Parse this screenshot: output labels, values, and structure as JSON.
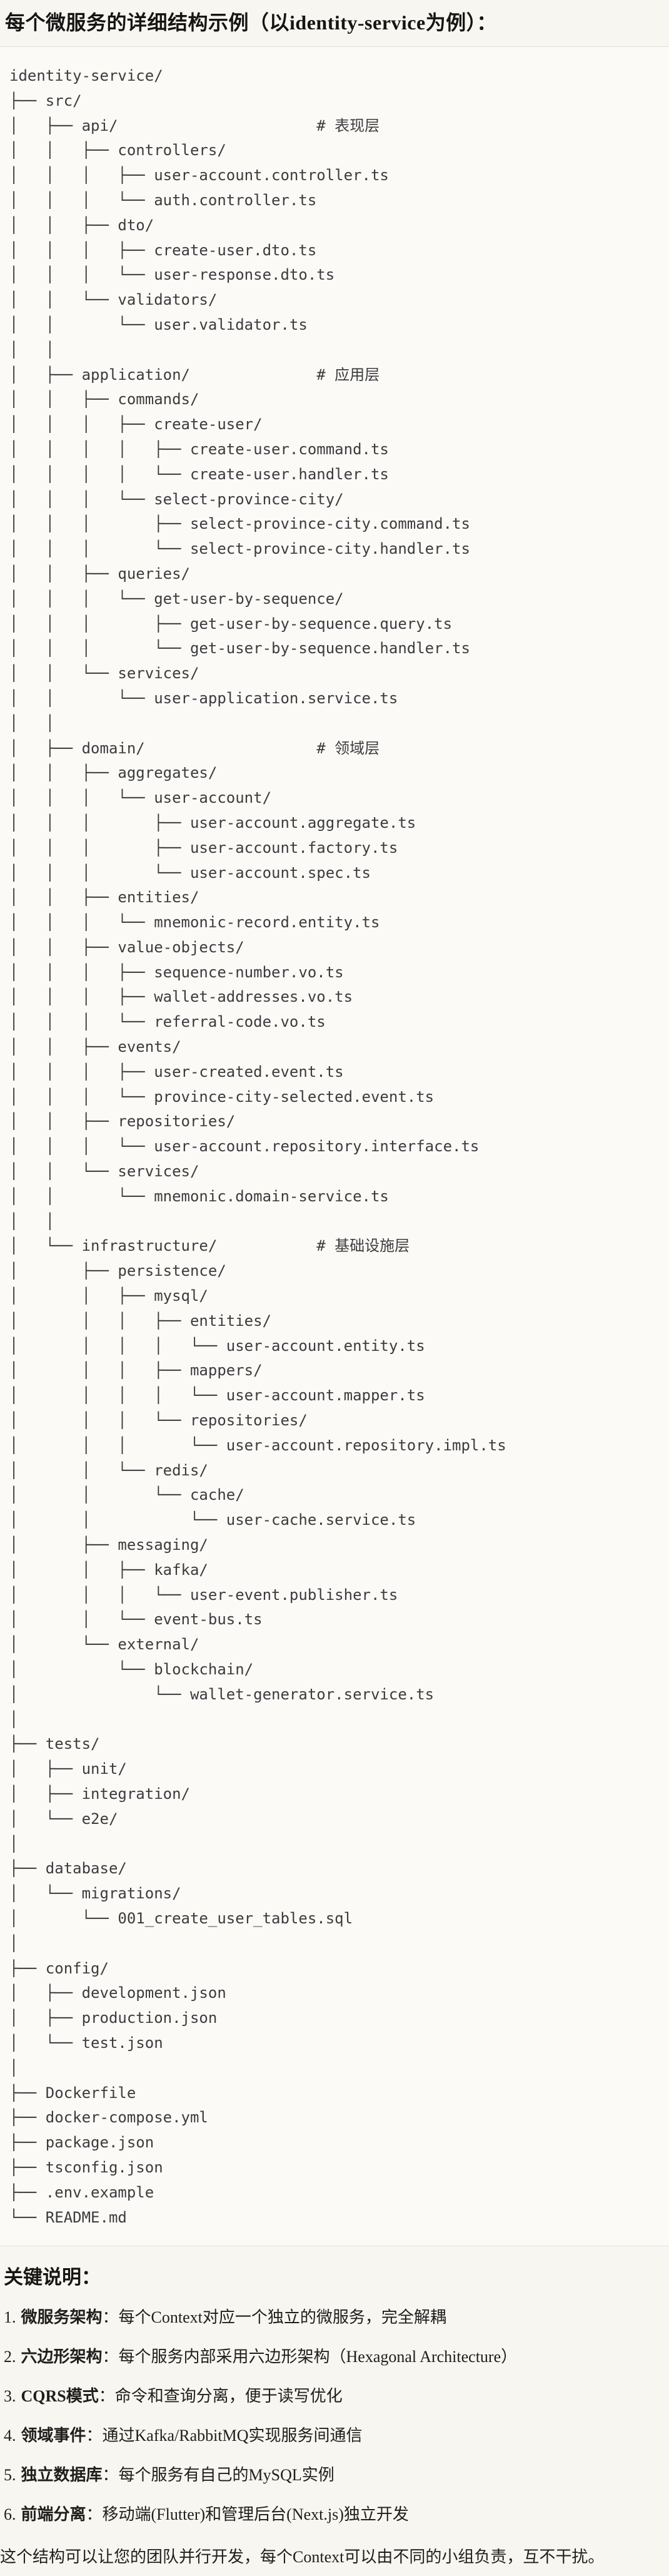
{
  "page": {
    "title": "每个微服务的详细结构示例（以identity-service为例）："
  },
  "code_block": {
    "lines": [
      "identity-service/",
      "├── src/",
      "│   ├── api/                      # 表现层",
      "│   │   ├── controllers/",
      "│   │   │   ├── user-account.controller.ts",
      "│   │   │   └── auth.controller.ts",
      "│   │   ├── dto/",
      "│   │   │   ├── create-user.dto.ts",
      "│   │   │   └── user-response.dto.ts",
      "│   │   └── validators/",
      "│   │       └── user.validator.ts",
      "│   │",
      "│   ├── application/              # 应用层",
      "│   │   ├── commands/",
      "│   │   │   ├── create-user/",
      "│   │   │   │   ├── create-user.command.ts",
      "│   │   │   │   └── create-user.handler.ts",
      "│   │   │   └── select-province-city/",
      "│   │   │       ├── select-province-city.command.ts",
      "│   │   │       └── select-province-city.handler.ts",
      "│   │   ├── queries/",
      "│   │   │   └── get-user-by-sequence/",
      "│   │   │       ├── get-user-by-sequence.query.ts",
      "│   │   │       └── get-user-by-sequence.handler.ts",
      "│   │   └── services/",
      "│   │       └── user-application.service.ts",
      "│   │",
      "│   ├── domain/                   # 领域层",
      "│   │   ├── aggregates/",
      "│   │   │   └── user-account/",
      "│   │   │       ├── user-account.aggregate.ts",
      "│   │   │       ├── user-account.factory.ts",
      "│   │   │       └── user-account.spec.ts",
      "│   │   ├── entities/",
      "│   │   │   └── mnemonic-record.entity.ts",
      "│   │   ├── value-objects/",
      "│   │   │   ├── sequence-number.vo.ts",
      "│   │   │   ├── wallet-addresses.vo.ts",
      "│   │   │   └── referral-code.vo.ts",
      "│   │   ├── events/",
      "│   │   │   ├── user-created.event.ts",
      "│   │   │   └── province-city-selected.event.ts",
      "│   │   ├── repositories/",
      "│   │   │   └── user-account.repository.interface.ts",
      "│   │   └── services/",
      "│   │       └── mnemonic.domain-service.ts",
      "│   │",
      "│   └── infrastructure/           # 基础设施层",
      "│       ├── persistence/",
      "│       │   ├── mysql/",
      "│       │   │   ├── entities/",
      "│       │   │   │   └── user-account.entity.ts",
      "│       │   │   ├── mappers/",
      "│       │   │   │   └── user-account.mapper.ts",
      "│       │   │   └── repositories/",
      "│       │   │       └── user-account.repository.impl.ts",
      "│       │   └── redis/",
      "│       │       └── cache/",
      "│       │           └── user-cache.service.ts",
      "│       ├── messaging/",
      "│       │   ├── kafka/",
      "│       │   │   └── user-event.publisher.ts",
      "│       │   └── event-bus.ts",
      "│       └── external/",
      "│           └── blockchain/",
      "│               └── wallet-generator.service.ts",
      "│",
      "├── tests/",
      "│   ├── unit/",
      "│   ├── integration/",
      "│   └── e2e/",
      "│",
      "├── database/",
      "│   └── migrations/",
      "│       └── 001_create_user_tables.sql",
      "│",
      "├── config/",
      "│   ├── development.json",
      "│   ├── production.json",
      "│   └── test.json",
      "│",
      "├── Dockerfile",
      "├── docker-compose.yml",
      "├── package.json",
      "├── tsconfig.json",
      "├── .env.example",
      "└── README.md"
    ]
  },
  "explanations": {
    "heading": "关键说明：",
    "items": [
      {
        "num": "1.",
        "label": "微服务架构",
        "text": "：每个Context对应一个独立的微服务，完全解耦"
      },
      {
        "num": "2.",
        "label": "六边形架构",
        "text": "：每个服务内部采用六边形架构（Hexagonal Architecture）"
      },
      {
        "num": "3.",
        "label": "CQRS模式",
        "text": "：命令和查询分离，便于读写优化"
      },
      {
        "num": "4.",
        "label": "领域事件",
        "text": "：通过Kafka/RabbitMQ实现服务间通信"
      },
      {
        "num": "5.",
        "label": "独立数据库",
        "text": "：每个服务有自己的MySQL实例"
      },
      {
        "num": "6.",
        "label": "前端分离",
        "text": "：移动端(Flutter)和管理后台(Next.js)独立开发"
      }
    ],
    "footer": "这个结构可以让您的团队并行开发，每个Context可以由不同的小组负责，互不干扰。"
  }
}
